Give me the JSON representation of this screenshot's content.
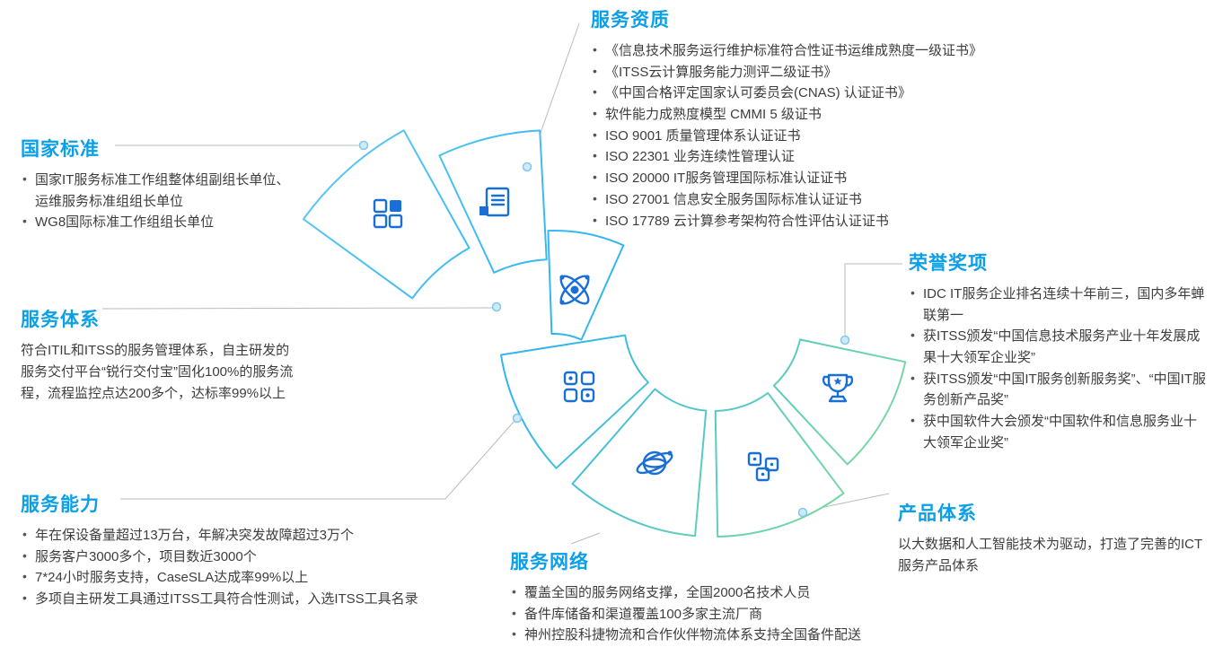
{
  "colors": {
    "heading": "#0aa0e8",
    "body": "#3d3d3d",
    "bullet": "#555555",
    "ring_start": "#62c9f5",
    "ring_mid": "#2eb5ef",
    "ring_end": "#8ae08f",
    "icon": "#1a6fd6",
    "connector": "#b7bcc1",
    "dot_fill": "#cdeaf8",
    "dot_stroke": "#82c8ee"
  },
  "diagram": {
    "segments": [
      {
        "icon": "grid-icon",
        "links_to": "国家标准"
      },
      {
        "icon": "document-icon",
        "links_to": "服务资质"
      },
      {
        "icon": "atom-icon",
        "links_to": "服务体系"
      },
      {
        "icon": "apps-grid-icon",
        "links_to": "服务能力"
      },
      {
        "icon": "globe-icon",
        "links_to": "服务网络"
      },
      {
        "icon": "cubes-icon",
        "links_to": "产品体系"
      },
      {
        "icon": "trophy-icon",
        "links_to": "荣誉奖项"
      }
    ]
  },
  "sections": {
    "national_standards": {
      "title": "国家标准",
      "items": [
        "国家IT服务标准工作组整体组副组长单位、运维服务标准组组长单位",
        "WG8国际标准工作组组长单位"
      ]
    },
    "qualifications": {
      "title": "服务资质",
      "items": [
        "《信息技术服务运行维护标准符合性证书运维成熟度一级证书》",
        "《ITSS云计算服务能力测评二级证书》",
        "《中国合格评定国家认可委员会(CNAS) 认证证书》",
        "软件能力成熟度模型 CMMI 5 级证书",
        "ISO 9001 质量管理体系认证证书",
        "ISO 22301 业务连续性管理认证",
        "ISO 20000 IT服务管理国际标准认证证书",
        "ISO 27001 信息安全服务国际标准认证证书",
        "ISO 17789 云计算参考架构符合性评估认证证书"
      ]
    },
    "service_system": {
      "title": "服务体系",
      "paragraph": "符合ITIL和ITSS的服务管理体系，自主研发的服务交付平台“锐行交付宝”固化100%的服务流程，流程监控点达200多个，达标率99%以上"
    },
    "honors": {
      "title": "荣誉奖项",
      "items": [
        "IDC IT服务企业排名连续十年前三，国内多年蝉联第一",
        "获ITSS颁发“中国信息技术服务产业十年发展成果十大领军企业奖”",
        "获ITSS颁发“中国IT服务创新服务奖”、“中国IT服务创新产品奖”",
        "获中国软件大会颁发“中国软件和信息服务业十大领军企业奖”"
      ]
    },
    "capability": {
      "title": "服务能力",
      "items": [
        "年在保设备量超过13万台，年解决突发故障超过3万个",
        "服务客户3000多个，项目数近3000个",
        "7*24小时服务支持，CaseSLA达成率99%以上",
        "多项自主研发工具通过ITSS工具符合性测试，入选ITSS工具名录"
      ]
    },
    "product_system": {
      "title": "产品体系",
      "paragraph": "以大数据和人工智能技术为驱动，打造了完善的ICT服务产品体系"
    },
    "network": {
      "title": "服务网络",
      "items": [
        "覆盖全国的服务网络支撑，全国2000名技术人员",
        "备件库储备和渠道覆盖100多家主流厂商",
        "神州控股科捷物流和合作伙伴物流体系支持全国备件配送"
      ]
    }
  }
}
